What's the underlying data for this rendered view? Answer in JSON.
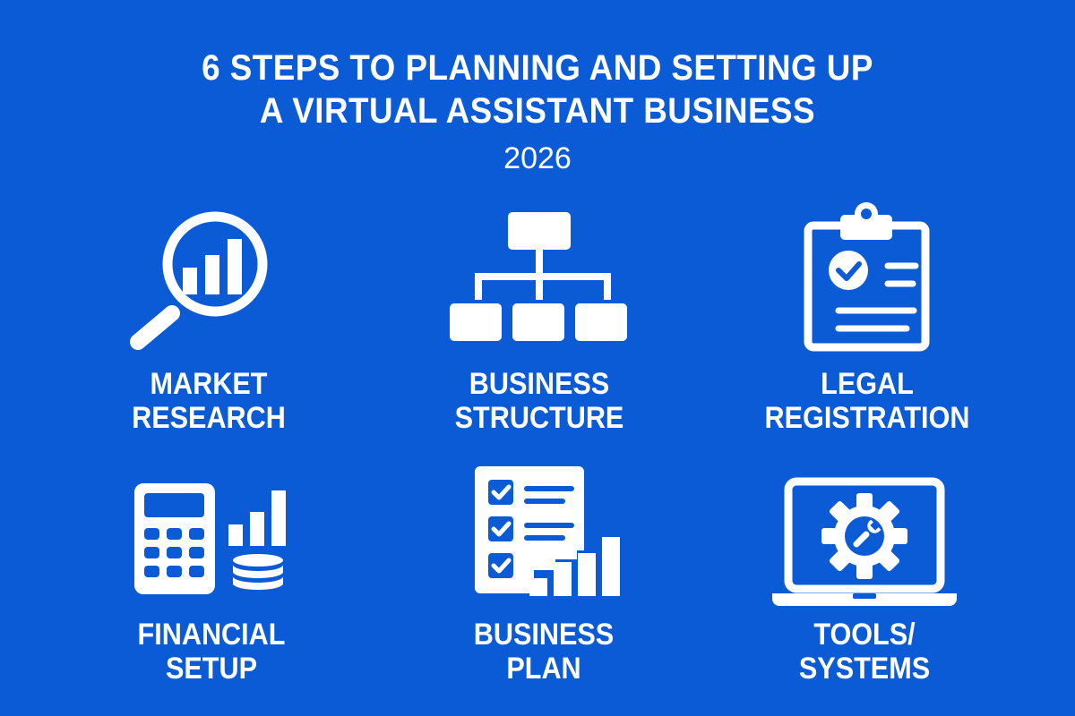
{
  "header": {
    "title_line1": "6 STEPS TO PLANNING AND SETTING UP",
    "title_line2": "A VIRTUAL ASSISTANT BUSINESS",
    "year": "2026"
  },
  "colors": {
    "background": "#0b5bd7",
    "foreground": "#ffffff"
  },
  "steps": [
    {
      "label_line1": "MARKET",
      "label_line2": "RESEARCH",
      "icon": "magnifier-bar-chart-icon"
    },
    {
      "label_line1": "BUSINESS",
      "label_line2": "STRUCTURE",
      "icon": "org-chart-icon"
    },
    {
      "label_line1": "LEGAL",
      "label_line2": "REGISTRATION",
      "icon": "clipboard-check-icon"
    },
    {
      "label_line1": "FINANCIAL",
      "label_line2": "SETUP",
      "icon": "calculator-coins-chart-icon"
    },
    {
      "label_line1": "BUSINESS",
      "label_line2": "PLAN",
      "icon": "checklist-chart-icon"
    },
    {
      "label_line1": "TOOLS/",
      "label_line2": "SYSTEMS",
      "icon": "laptop-gear-wrench-icon"
    }
  ]
}
